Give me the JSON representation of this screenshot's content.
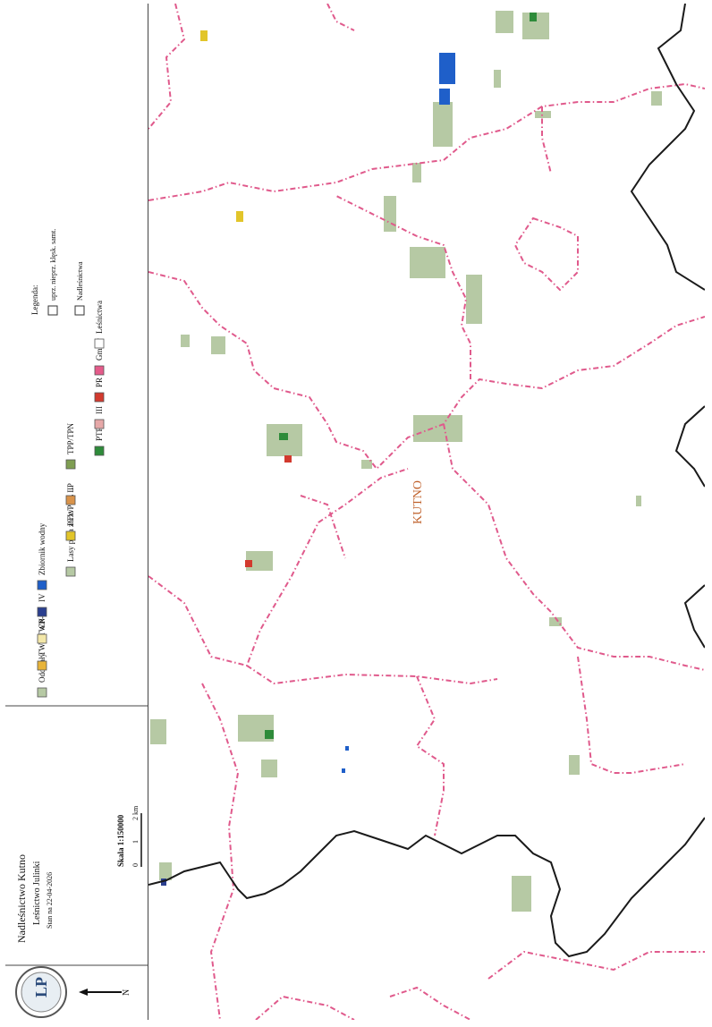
{
  "title_block": {
    "line1": "Nadleśnictwo Kutno",
    "line2": "Leśnictwo Julinki",
    "line3": "Stan na 22-04-2026"
  },
  "scale": {
    "label": "Skala 1:150000",
    "ticks": [
      "0",
      "1",
      "2 km"
    ]
  },
  "logo": {
    "icon": "forest-service-logo-icon"
  },
  "north_arrow": {
    "icon": "north-arrow-icon",
    "label": "N"
  },
  "legend_col1": [
    {
      "label": "Oddziały",
      "color": "#b6c9a4"
    },
    {
      "label": "TWP/TWN",
      "color": "#e8b43a"
    },
    {
      "label": "CP-P",
      "color": "#f3e7a8"
    },
    {
      "label": "IV",
      "color": "#2b3f8f"
    },
    {
      "label": "Zbiornik wodny",
      "color": "#1f5fc9"
    }
  ],
  "legend_col2": [
    {
      "label": "Lasy poza zarz. PGL LP",
      "color": "#b6c9a4"
    },
    {
      "label": "PTW",
      "color": "#e2c52a"
    },
    {
      "label": "I",
      "color": "#d9934a"
    },
    {
      "label": "TPP/TPN",
      "color": "#7f9e52"
    }
  ],
  "legend_col3": [
    {
      "label": "PTP",
      "color": "#2e8b3a"
    },
    {
      "label": "III",
      "color": "#e6a8a8"
    },
    {
      "label": "PR",
      "color": "#d23a2e"
    },
    {
      "label": "Gminy",
      "color": "#e45b8a"
    },
    {
      "label": "Leśnictwa",
      "color": "#ffffff"
    }
  ],
  "legend_col4": {
    "heading": "Legenda:",
    "items": [
      {
        "label": "uprz. nieprz. klęsk. samt.",
        "color": "#ffffff"
      },
      {
        "label": "Nadleśnictwa",
        "color": "#ffffff"
      }
    ]
  },
  "map": {
    "place_label": "KUTNO",
    "colors": {
      "gmina_border": "#e05a8c",
      "nadlesnictwo_border": "#1a1a1a",
      "forest": "#b6c9a4",
      "water": "#1f5fc9"
    }
  }
}
